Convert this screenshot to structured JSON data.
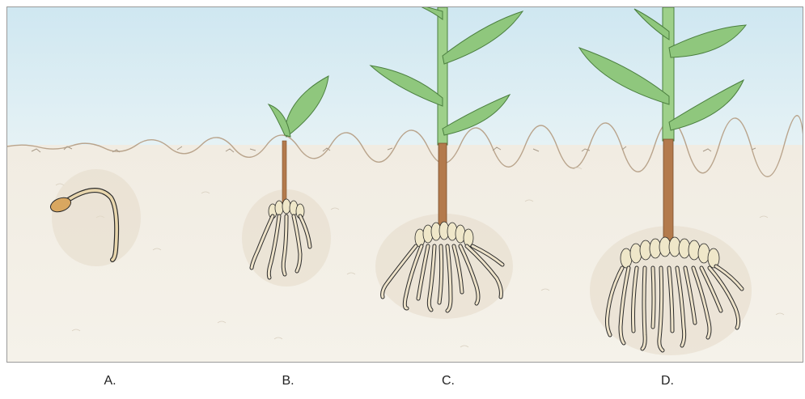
{
  "stages": [
    {
      "label": "A."
    },
    {
      "label": "B."
    },
    {
      "label": "C."
    },
    {
      "label": "D."
    }
  ],
  "colors": {
    "sky": "#d8ecf3",
    "soil": "#f3efe6",
    "stem": "#b37a4c",
    "leaf": "#8fc77d",
    "seed": "#d9a760",
    "root": "#ede2c9",
    "outline": "#2b2b2b"
  }
}
